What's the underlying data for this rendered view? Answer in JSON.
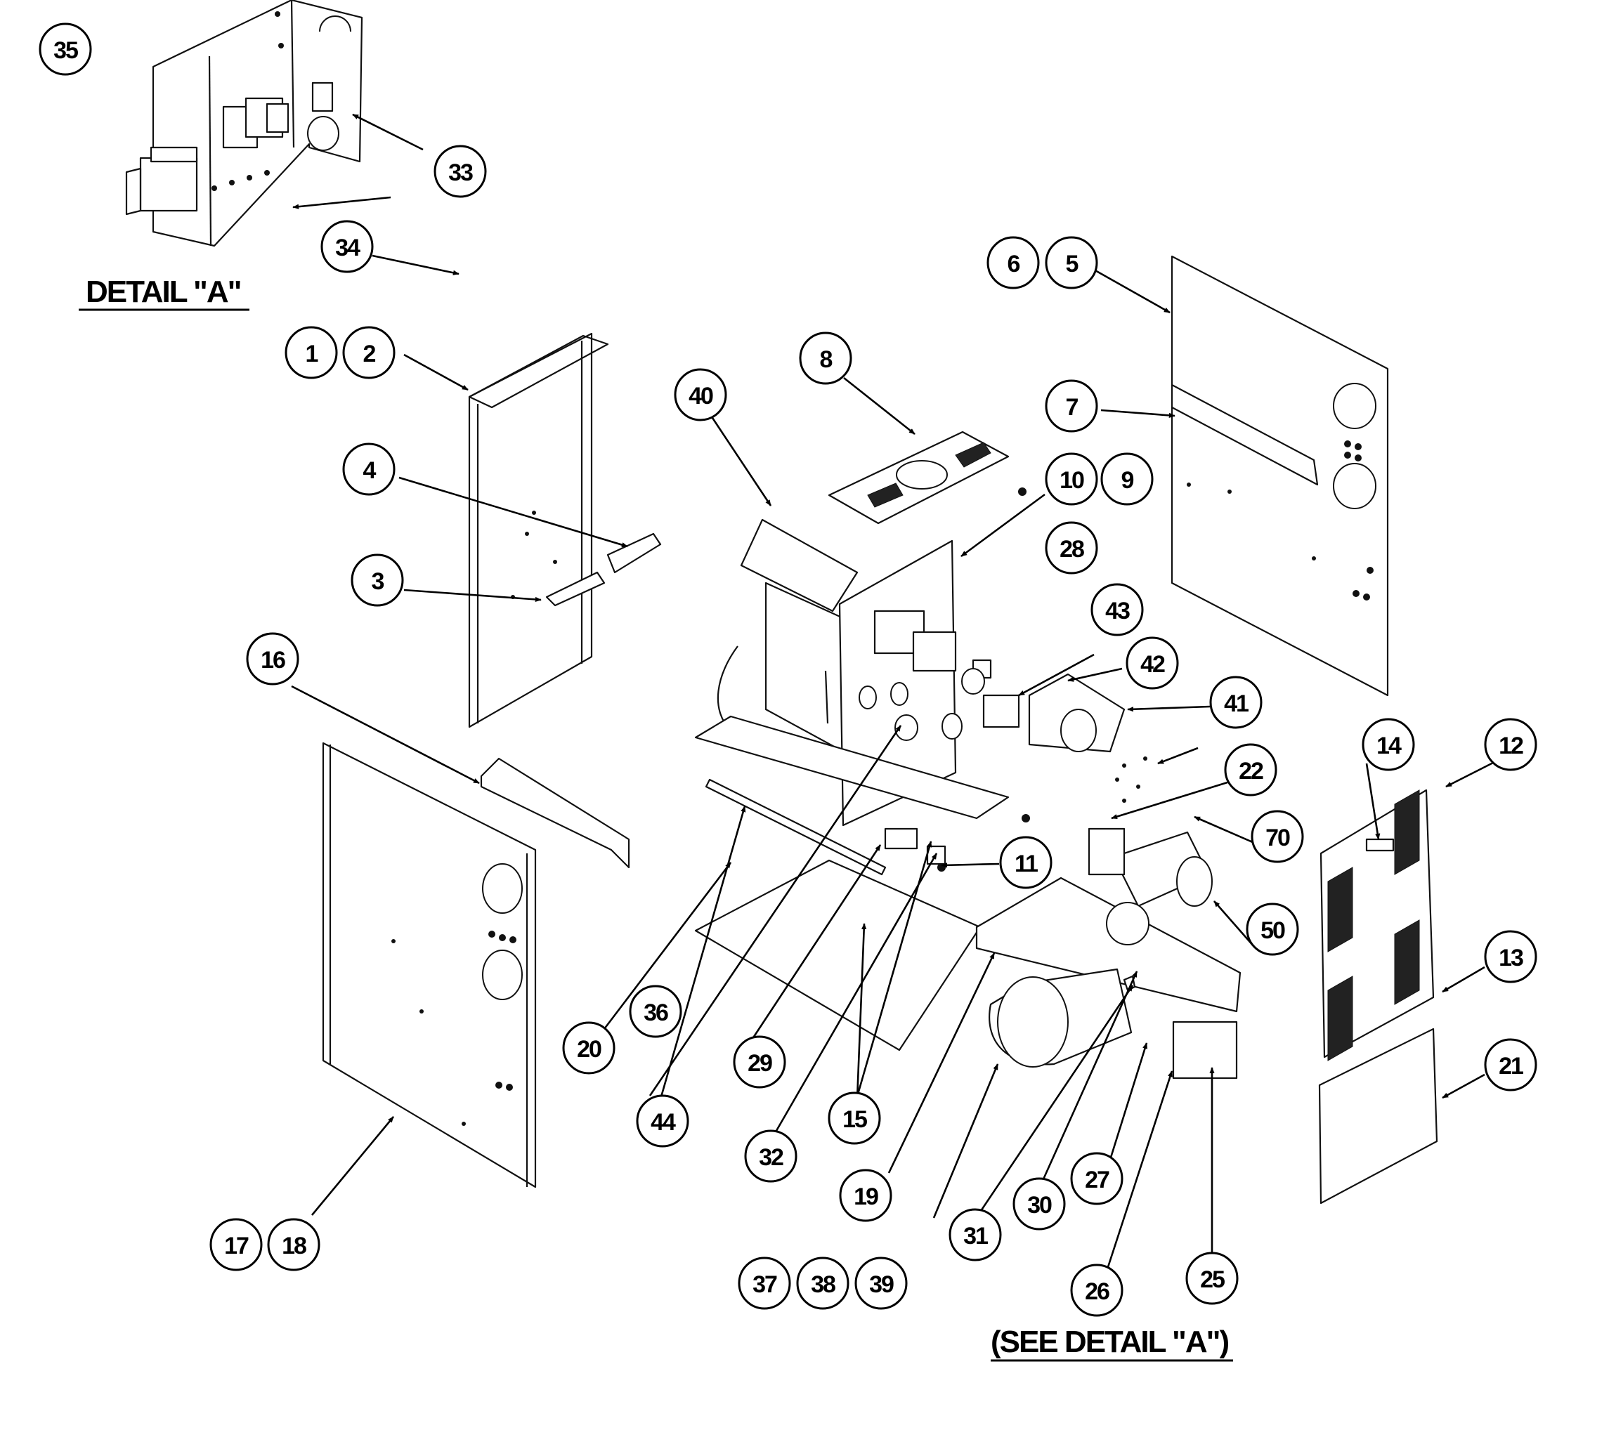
{
  "diagram": {
    "detail_a_title": "DETAIL \"A\"",
    "see_detail_note": "(SEE DETAIL \"A\")",
    "callouts": [
      "35",
      "33",
      "34",
      "1",
      "2",
      "6",
      "5",
      "8",
      "7",
      "40",
      "4",
      "10",
      "9",
      "28",
      "3",
      "43",
      "16",
      "42",
      "41",
      "14",
      "12",
      "22",
      "70",
      "11",
      "50",
      "13",
      "36",
      "20",
      "29",
      "21",
      "44",
      "32",
      "15",
      "19",
      "31",
      "30",
      "27",
      "26",
      "25",
      "17",
      "18",
      "37",
      "38",
      "39"
    ]
  }
}
